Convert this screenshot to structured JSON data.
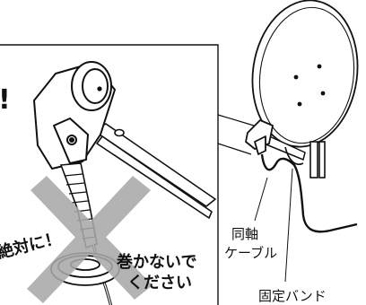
{
  "callout": {
    "partial_label": "!",
    "warning_x_label": "絶対に！",
    "warning_line1": "巻かないで",
    "warning_line2": "ください"
  },
  "labels": {
    "coax_line1": "同軸",
    "coax_line2": "ケーブル",
    "band": "固定バンド"
  },
  "colors": {
    "cross": "#a9a9a9",
    "line": "#111111",
    "fill": "#ffffff"
  }
}
